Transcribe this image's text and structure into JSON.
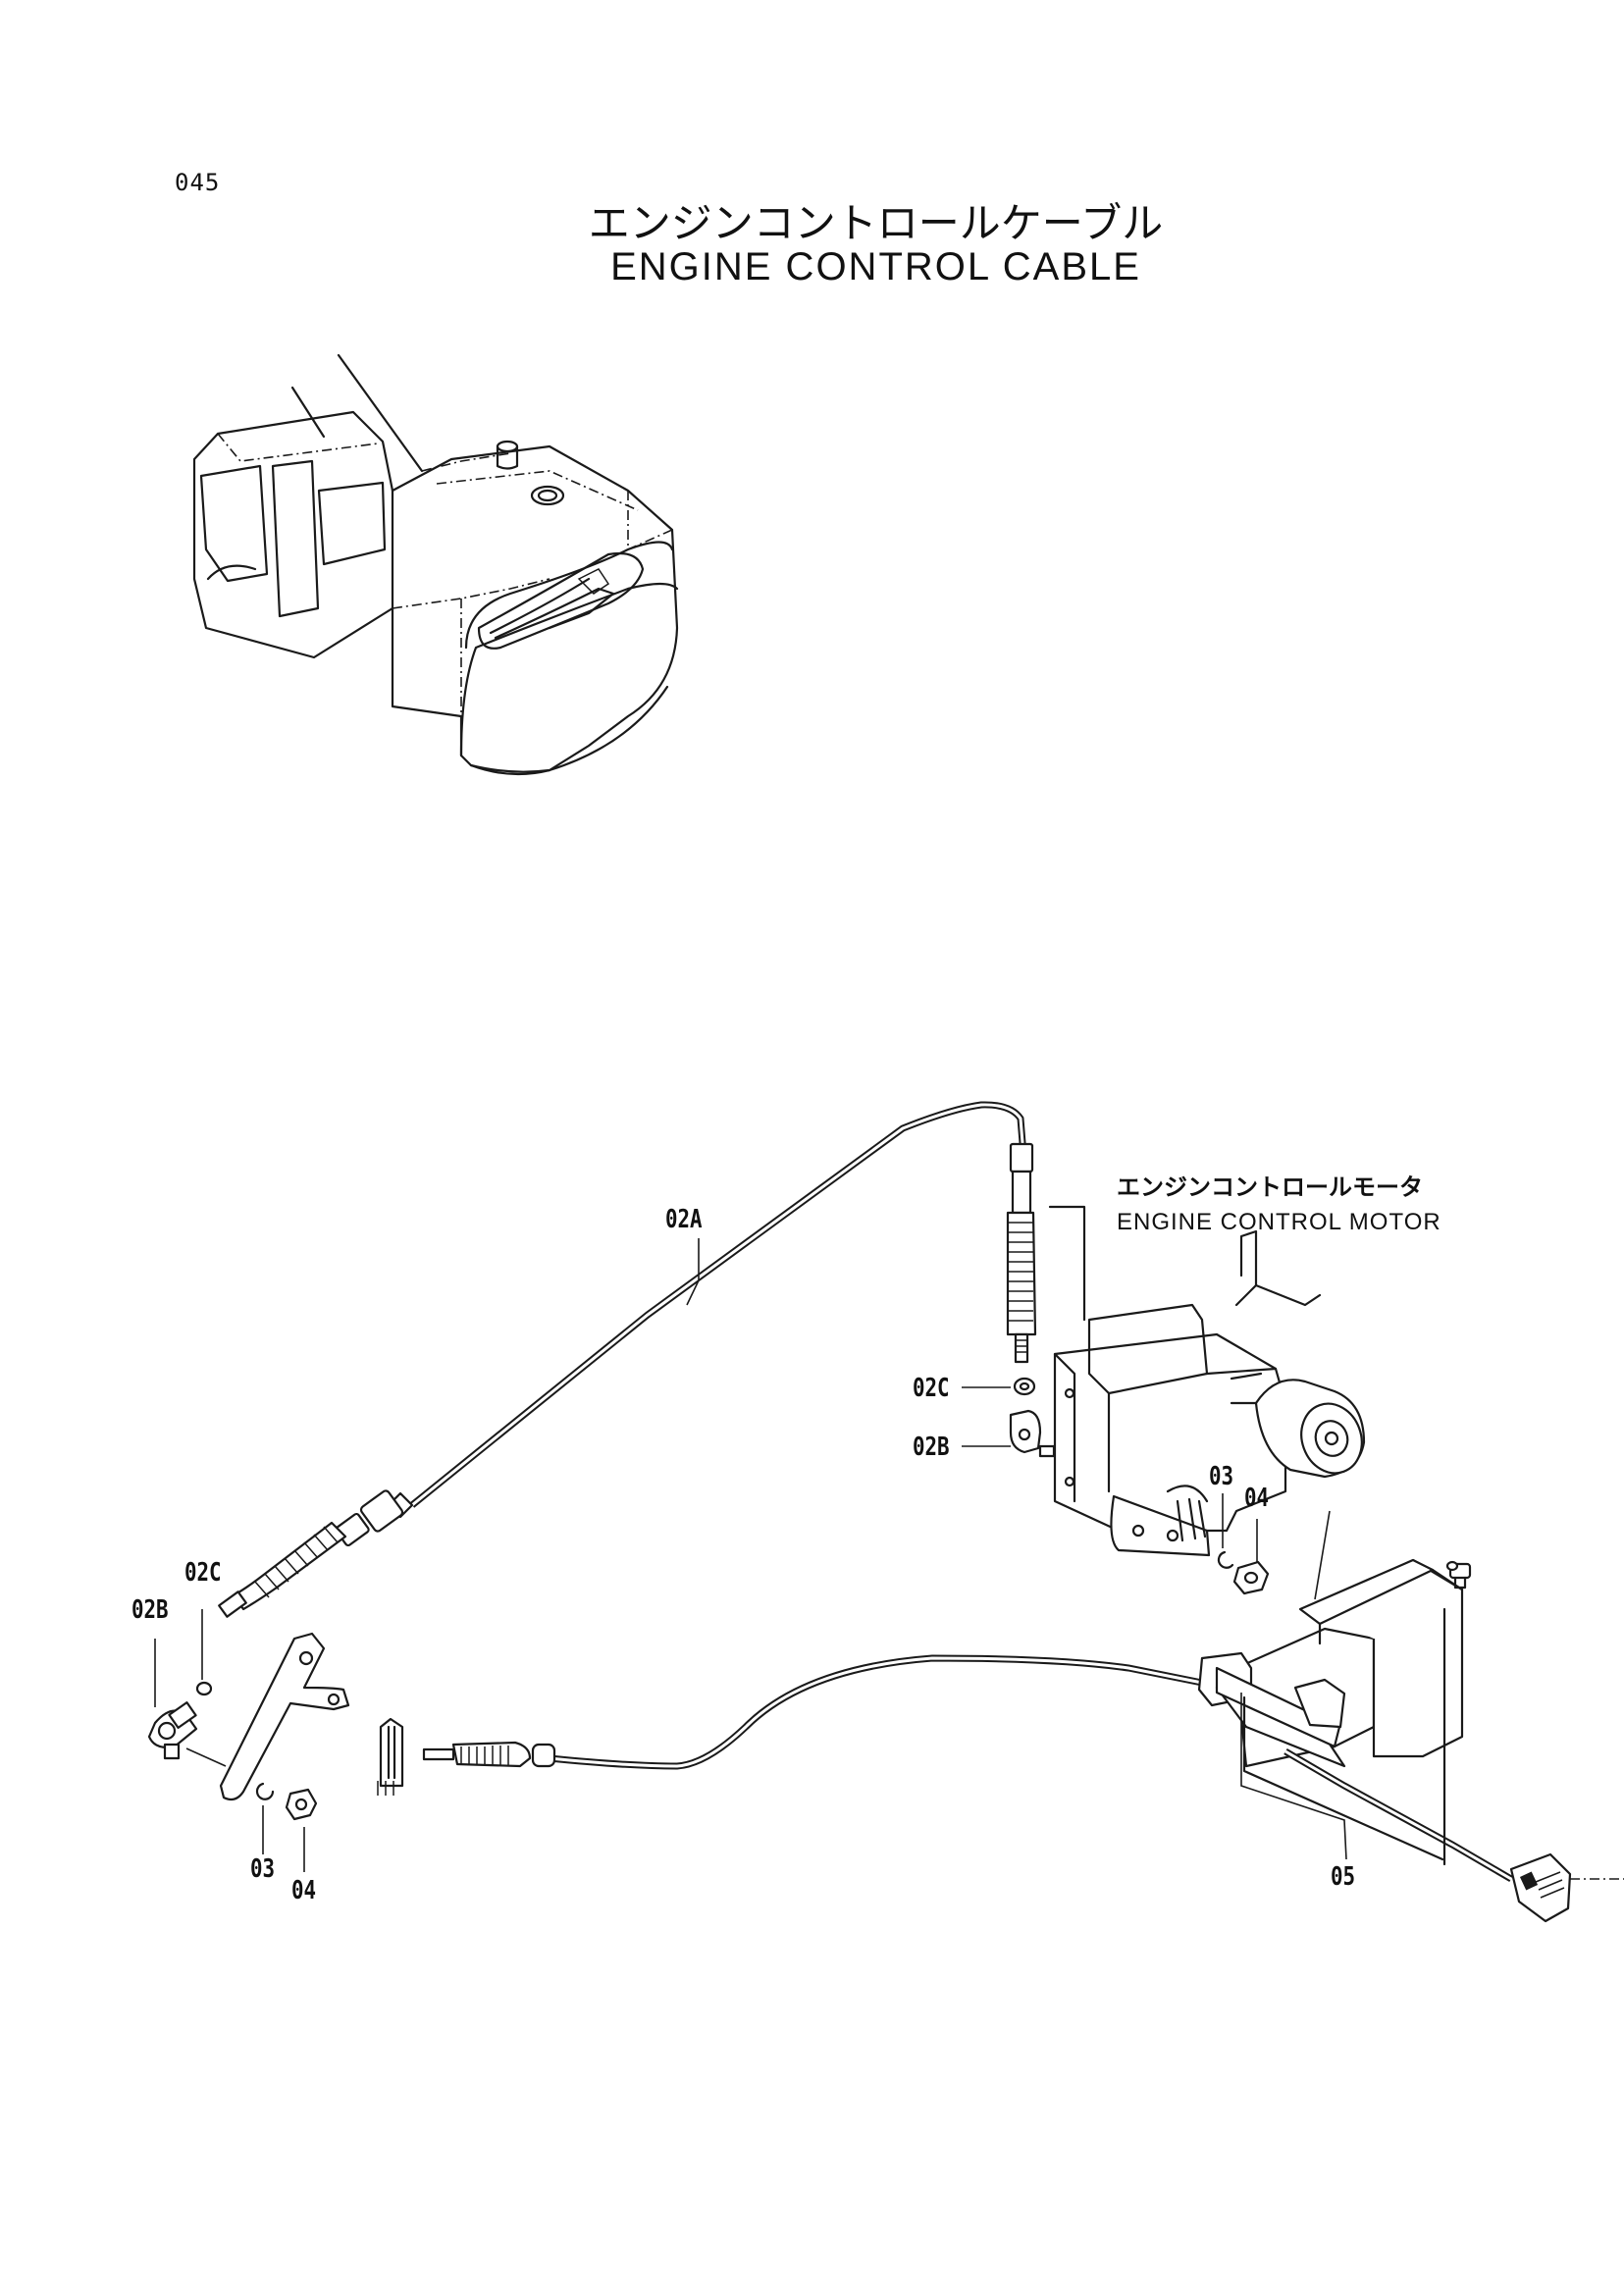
{
  "page": {
    "number": "045"
  },
  "title": {
    "japanese": "エンジンコントロールケーブル",
    "english": "ENGINE CONTROL CABLE"
  },
  "assembly_label": {
    "japanese": "エンジンコントロールモータ",
    "english": "ENGINE CONTROL MOTOR"
  },
  "callouts": {
    "c02A": "02A",
    "c02C_motor": "02C",
    "c02B_motor": "02B",
    "c03_motor": "03",
    "c04_motor": "04",
    "c02C_lever": "02C",
    "c02B_lever": "02B",
    "c03_lever": "03",
    "c04_lever": "04",
    "c05": "05"
  }
}
